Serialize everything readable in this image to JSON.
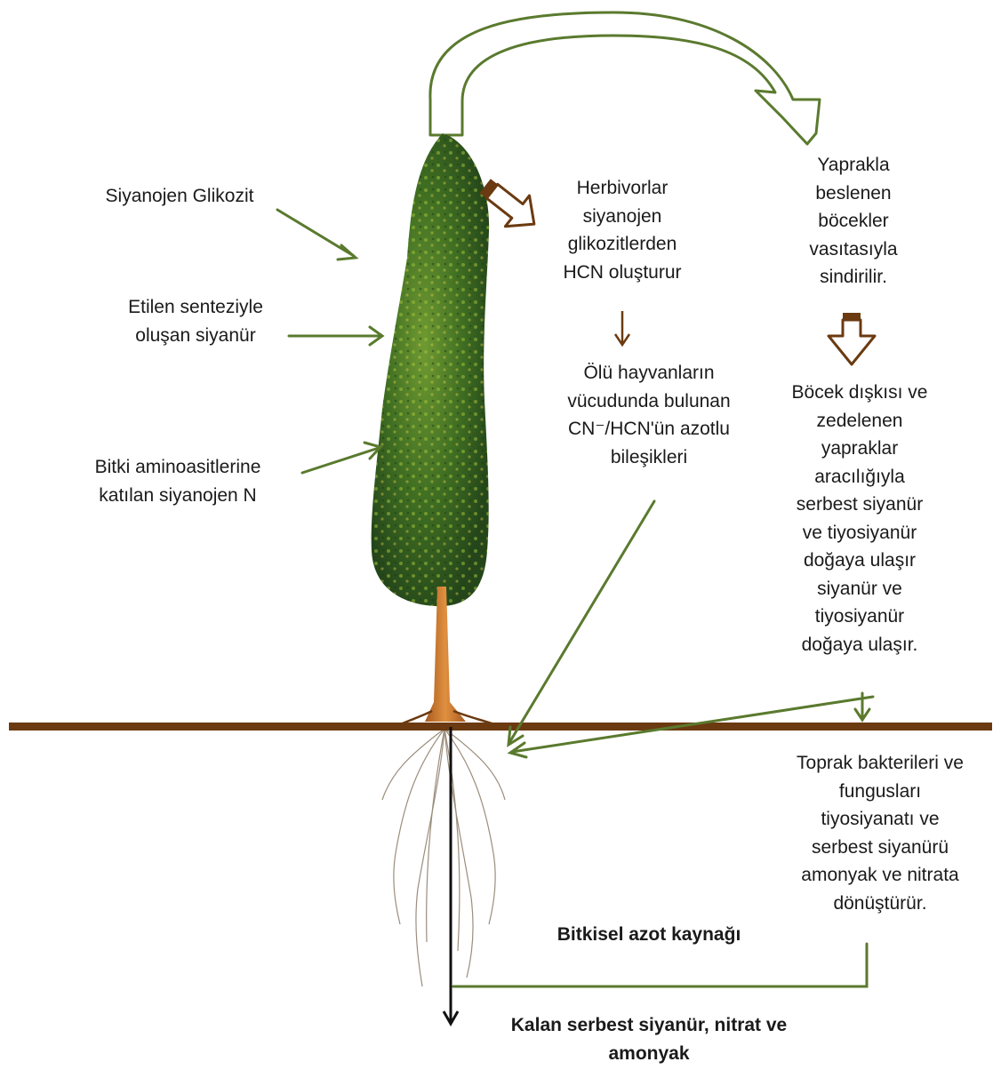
{
  "labels": {
    "siyanojen_glikozit": "Siyanojen Glikozit",
    "etilen": "Etilen senteziyle\noluşan siyanür",
    "bitki_amino": "Bitki aminoasitlerine\nkatılan siyanojen N",
    "herbivorlar": "Herbivorlar\nsiyanojen\nglikozitlerden\nHCN oluşturur",
    "olu_hayvan": "Ölü hayvanların\nvücudunda bulunan\nCN⁻/HCN'ün azotlu\nbileşikleri",
    "yaprakla": "Yaprakla\nbeslenen\nböcekler\nvasıtasıyla\nsindirilir.",
    "bocek_diskisi": "Böcek dışkısı ve\nzedelenen\nyapraklar\naracılığıyla\nserbest siyanür\nve tiyosiyanür\ndoğaya ulaşır\nsiyanür ve\ntiyosiyanür\ndoğaya ulaşır.",
    "toprak": "Toprak bakterileri ve\nfungusları\ntiyosiyanatı ve\nserbest siyanürü\namonyak ve nitrata\ndönüştürür.",
    "bitkisel": "Bitkisel azot kaynağı",
    "kalan": "Kalan serbest siyanür, nitrat ve\namonyak"
  },
  "colors": {
    "arrow_green": "#5a7a2e",
    "arrow_brown": "#6b3a10",
    "ground": "#6b3a10",
    "trunk": "#c8722a",
    "foliage": "#3f6e22",
    "roots": "#8a7a66"
  }
}
